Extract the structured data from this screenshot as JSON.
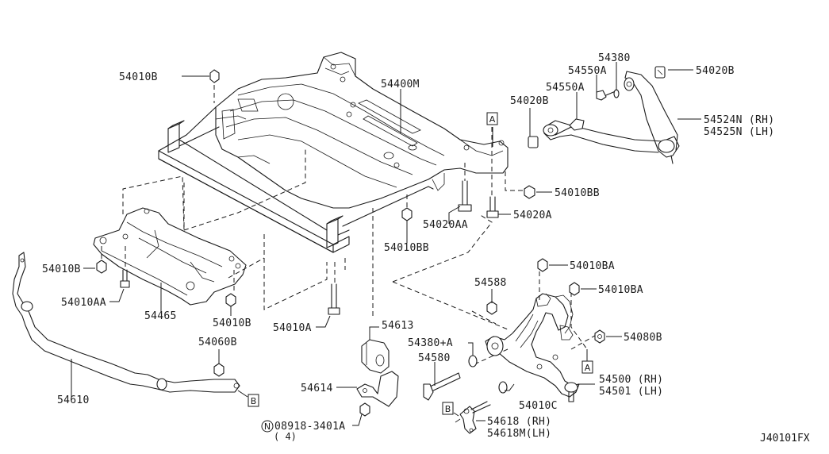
{
  "diagram": {
    "title": "Front Suspension Member, Stabilizer & Transverse Links",
    "figure_code": "J40101FX",
    "parts": {
      "bolt_54010B_top": "54010B",
      "member_54400M": "54400M",
      "bolt_54550A_upper": "54550A",
      "washer_54380": "54380",
      "bolt_54550A_lower": "54550A",
      "bushing_54020B_right": "54020B",
      "bushing_54020B_left": "54020B",
      "upper_link_rh": "54524N (RH)",
      "upper_link_lh": "54525N (LH)",
      "nut_54010BB_right": "54010BB",
      "bolt_54020A": "54020A",
      "bolt_54020AA": "54020AA",
      "nut_54010BB_center": "54010BB",
      "nut_54010B_left": "54010B",
      "bolt_54010AA": "54010AA",
      "plate_54465": "54465",
      "nut_54010B_lower": "54010B",
      "bolt_54010A": "54010A",
      "nut_54010BA_upper": "54010BA",
      "nut_54010BA_lower": "54010BA",
      "nut_54588": "54588",
      "nut_54080B": "54080B",
      "bushing_54613": "54613",
      "washer_54380A": "54380+A",
      "bolt_54580": "54580",
      "lower_link_rh": "54500 (RH)",
      "lower_link_lh": "54501 (LH)",
      "washer_54010C": "54010C",
      "nut_54060B": "54060B",
      "stabilizer_54610": "54610",
      "clamp_54614": "54614",
      "connecting_rod_rh": "54618 (RH)",
      "connecting_rod_lh": "54618M(LH)",
      "nut_08918": "08918-3401A",
      "nut_08918_qty": "( 4)",
      "nut_08918_symbol": "N"
    },
    "reference_marks": {
      "a_top": "A",
      "a_bottom": "A",
      "b_left": "B",
      "b_right": "B"
    }
  }
}
